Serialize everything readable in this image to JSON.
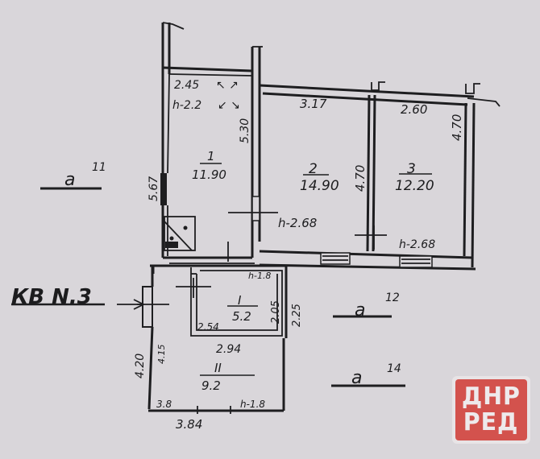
{
  "apartment_label": "КВ N.3",
  "zones": [
    {
      "id": "a-11",
      "label": "a",
      "superscript": "11"
    },
    {
      "id": "a-12",
      "label": "a",
      "superscript": "12"
    },
    {
      "id": "a-14",
      "label": "a",
      "superscript": "14"
    }
  ],
  "rooms": [
    {
      "number": "1",
      "area": "11.90",
      "height": "h-2.2",
      "width_top": "2.45",
      "length_right": "5.30",
      "length_left": "5.67"
    },
    {
      "number": "2",
      "area": "14.90",
      "height": "h-2.68",
      "width_top": "3.17",
      "length_right": "4.70"
    },
    {
      "number": "3",
      "area": "12.20",
      "height": "h-2.68",
      "width_top": "2.60",
      "length_right": "4.70"
    },
    {
      "number": "I",
      "area": "5.2",
      "height": "h-1.8",
      "width_bottom": "2.54",
      "length_right": "2.05",
      "outer_right": "2.25"
    },
    {
      "number": "II",
      "area": "9.2",
      "height": "h-1.8",
      "width_top": "2.94",
      "width_bottom_left": "3.8",
      "width_bottom_total": "3.84",
      "length_left_inner": "4.15",
      "length_left_outer": "4.20"
    }
  ],
  "logo": {
    "line1": "ДНР",
    "line2": "РЕД",
    "color": "#d3524d"
  }
}
